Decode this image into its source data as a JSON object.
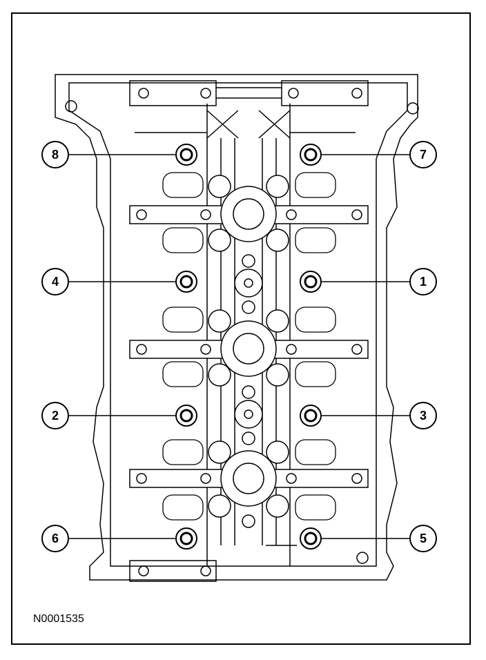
{
  "figure_id": "N0001535",
  "callouts": [
    {
      "label": "8"
    },
    {
      "label": "7"
    },
    {
      "label": "4"
    },
    {
      "label": "1"
    },
    {
      "label": "2"
    },
    {
      "label": "3"
    },
    {
      "label": "6"
    },
    {
      "label": "5"
    }
  ]
}
